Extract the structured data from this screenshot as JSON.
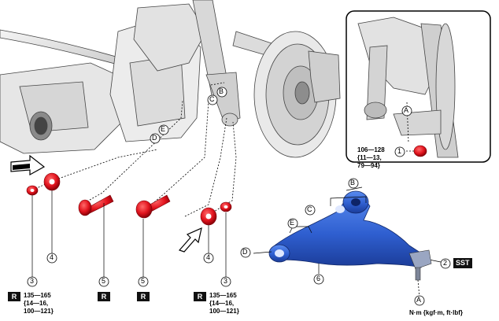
{
  "callouts": {
    "n1": "1",
    "n2": "2",
    "n3": "3",
    "n4": "4",
    "n5": "5",
    "n6": "6",
    "A": "A",
    "B": "B",
    "C": "C",
    "D": "D",
    "E": "E"
  },
  "badges": {
    "reuse": "R",
    "sst": "SST"
  },
  "torque_inset": {
    "line1": "106—128",
    "line2": "{11—13,",
    "line3": "79—94}"
  },
  "torque_left": {
    "line1": "135—165",
    "line2": "{14—16,",
    "line3": "100—121}"
  },
  "torque_right": {
    "line1": "135—165",
    "line2": "{14—16,",
    "line3": "100—121}"
  },
  "units": "N·m {kgf·m, ft·lbf}",
  "colors": {
    "part_red": "#e2141e",
    "arm_blue": "#2f5fd0",
    "line_gray": "#555555"
  }
}
